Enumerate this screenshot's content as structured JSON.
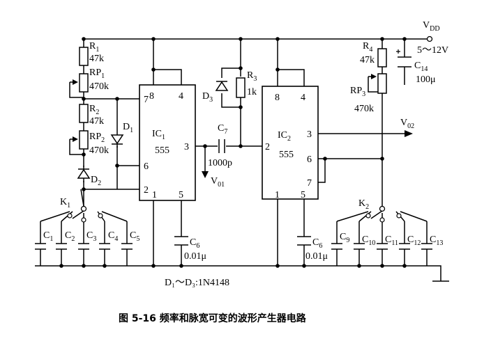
{
  "power": {
    "vdd_name": "V",
    "vdd_sub": "DD",
    "vdd_range": "5～12V"
  },
  "components": {
    "R1": {
      "name": "R",
      "sub": "1",
      "value": "47k"
    },
    "RP1": {
      "name": "RP",
      "sub": "1",
      "value": "470k"
    },
    "R2": {
      "name": "R",
      "sub": "2",
      "value": "47k"
    },
    "RP2": {
      "name": "RP",
      "sub": "2",
      "value": "470k"
    },
    "D1": {
      "name": "D",
      "sub": "1"
    },
    "D2": {
      "name": "D",
      "sub": "2"
    },
    "D3": {
      "name": "D",
      "sub": "3"
    },
    "R3": {
      "name": "R",
      "sub": "3",
      "value": "1k"
    },
    "R4": {
      "name": "R",
      "sub": "4",
      "value": "47k"
    },
    "RP3": {
      "name": "RP",
      "sub": "3",
      "value": "470k"
    },
    "C14": {
      "name": "C",
      "sub": "14",
      "value": "100μ"
    },
    "C7": {
      "name": "C",
      "sub": "7",
      "value": "1000p"
    },
    "C6a": {
      "name": "C",
      "sub": "6",
      "value": "0.01μ"
    },
    "C6b": {
      "name": "C",
      "sub": "6",
      "value": "0.01μ"
    },
    "K1": {
      "name": "K",
      "sub": "1"
    },
    "K2": {
      "name": "K",
      "sub": "2"
    },
    "caps_left": [
      {
        "name": "C",
        "sub": "1"
      },
      {
        "name": "C",
        "sub": "2"
      },
      {
        "name": "C",
        "sub": "3"
      },
      {
        "name": "C",
        "sub": "4"
      },
      {
        "name": "C",
        "sub": "5"
      }
    ],
    "caps_right": [
      {
        "name": "C",
        "sub": "9"
      },
      {
        "name": "C",
        "sub": "10"
      },
      {
        "name": "C",
        "sub": "11"
      },
      {
        "name": "C",
        "sub": "12"
      },
      {
        "name": "C",
        "sub": "13"
      }
    ]
  },
  "ic1": {
    "name": "IC",
    "sub": "1",
    "type": "555",
    "pins": {
      "p8": "8",
      "p4": "4",
      "p7": "7",
      "p6": "6",
      "p2": "2",
      "p3": "3",
      "p1": "1",
      "p5": "5"
    }
  },
  "ic2": {
    "name": "IC",
    "sub": "2",
    "type": "555",
    "pins": {
      "p8": "8",
      "p4": "4",
      "p2": "2",
      "p3": "3",
      "p6": "6",
      "p7": "7",
      "p1": "1",
      "p5": "5"
    }
  },
  "outputs": {
    "vo1_name": "V",
    "vo1_sub": "01",
    "vo2_name": "V",
    "vo2_sub": "02"
  },
  "diode_note": "D₁～D₃:1N4148",
  "caption": "图 5-16   频率和脉宽可变的波形产生器电路"
}
